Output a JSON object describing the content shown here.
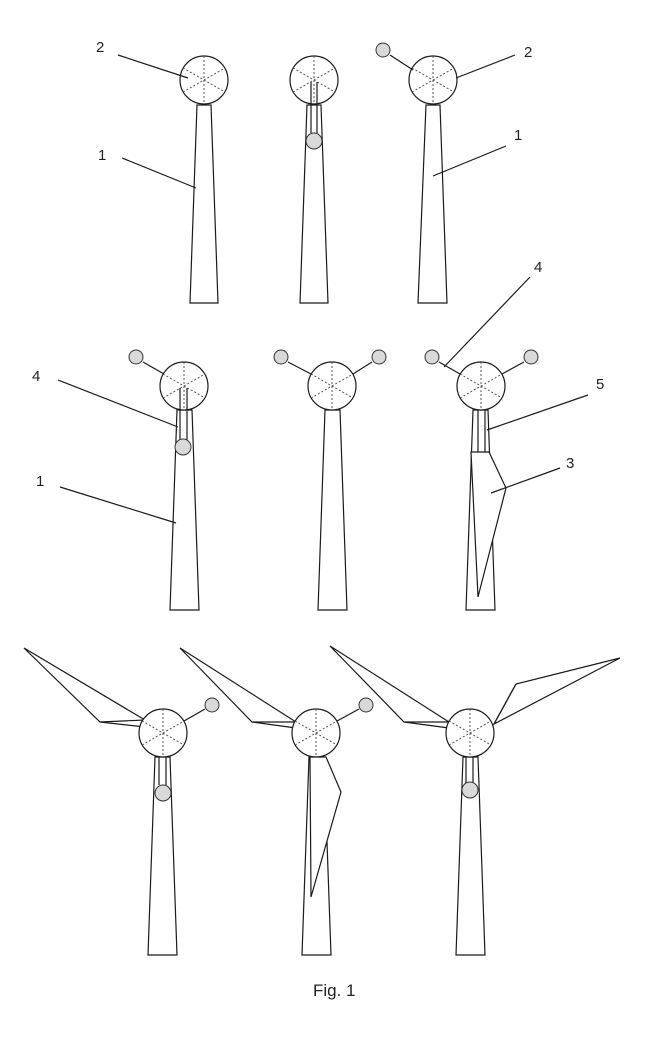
{
  "figure": {
    "caption": "Fig. 1",
    "labels": {
      "tower": "1",
      "rotor_hub": "2",
      "blade": "3",
      "holder": "4",
      "guide": "5"
    }
  }
}
